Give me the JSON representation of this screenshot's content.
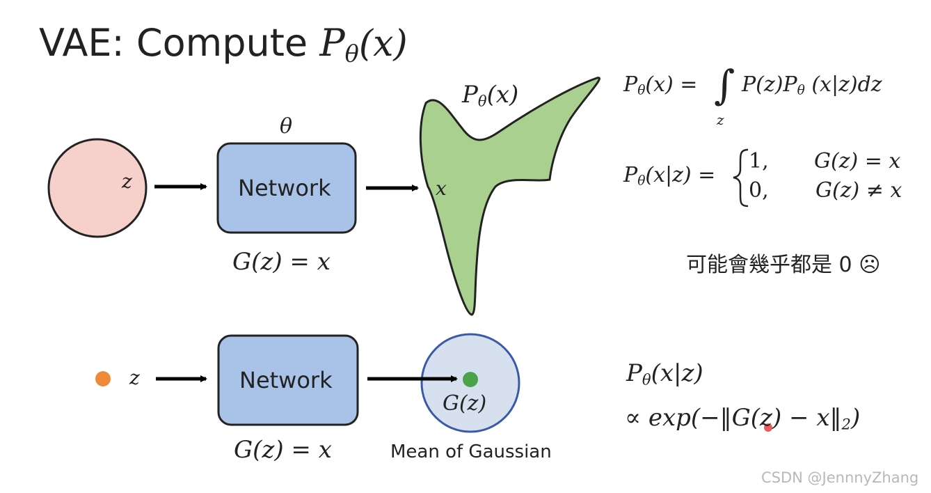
{
  "slide": {
    "title_prefix": "VAE: Compute ",
    "title_P": "P",
    "title_sub": "θ",
    "title_arg": "(x)"
  },
  "top": {
    "latent_label": "z",
    "theta_label": "θ",
    "network_label": "Network",
    "generator_eq": "G(z) = x",
    "dist_P": "P",
    "dist_sub": "θ",
    "dist_arg": "(x)",
    "x_label": "x"
  },
  "bottom": {
    "latent_label": "z",
    "network_label": "Network",
    "generator_eq": "G(z) = x",
    "gz_label": "G(z)",
    "caption": "Mean of Gaussian"
  },
  "equations": {
    "eq1_lhs_P": "P",
    "eq1_lhs_sub": "θ",
    "eq1_lhs_rest": "(x) =",
    "eq1_integral": "∫",
    "eq1_integral_var": "z",
    "eq1_rhs_a": "P(z)P",
    "eq1_rhs_sub": "θ",
    "eq1_rhs_b": " (x|z)dz",
    "eq2_lhs_P": "P",
    "eq2_lhs_sub": "θ",
    "eq2_lhs_rest": "(x|z) =",
    "eq2_case1_val": "1,",
    "eq2_case1_cond": "G(z) = x",
    "eq2_case2_val": "0,",
    "eq2_case2_cond": "G(z) ≠ x",
    "note": "可能會幾乎都是 0 ☹",
    "eq3_P": "P",
    "eq3_sub": "θ",
    "eq3_rest": "(x|z)",
    "eq4_main": "∝ exp(−‖G(z) − x‖",
    "eq4_sub": "2",
    "eq4_close": ")"
  },
  "watermark": "CSDN @JennnyZhang",
  "colors": {
    "latent_circle_fill": "#f7cfcb",
    "network_fill": "#a9c3e8",
    "distribution_fill": "#a9d08e",
    "gaussian_fill": "#d6e0ee",
    "gaussian_stroke": "#3a5aa8",
    "latent_dot": "#ef8a3a",
    "mean_dot": "#4aa34a"
  }
}
